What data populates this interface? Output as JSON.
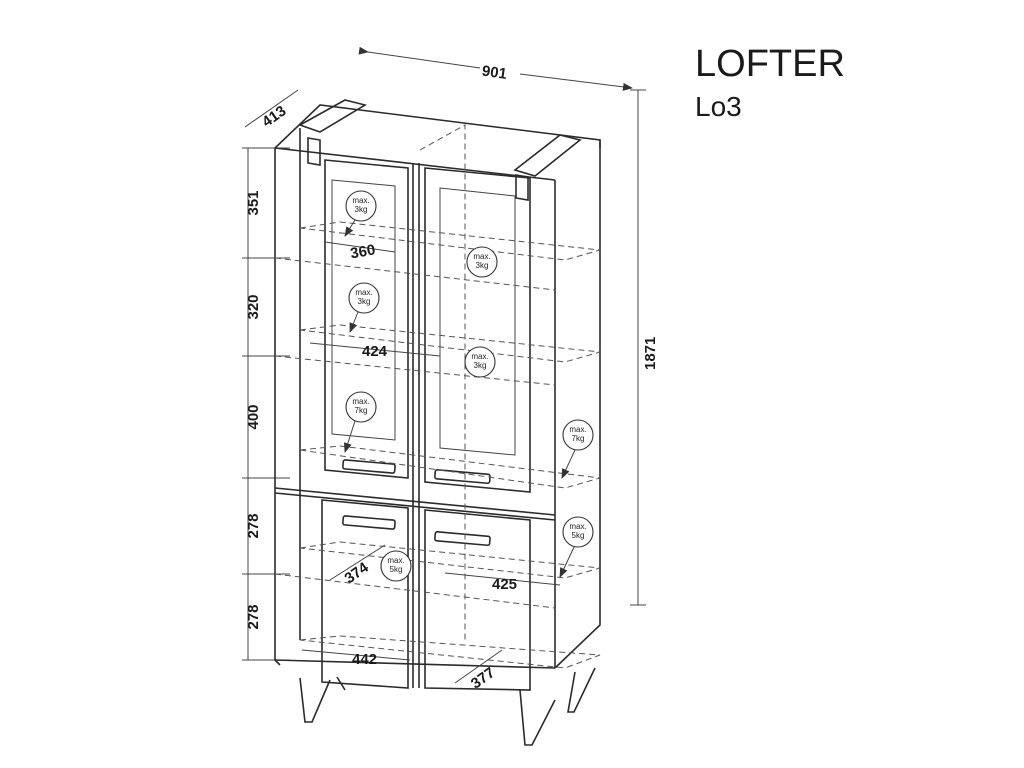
{
  "title": {
    "name": "LOFTER",
    "model": "Lo3"
  },
  "dimensions": {
    "width": "901",
    "depth": "413",
    "height": "1871",
    "heights": [
      "351",
      "320",
      "400",
      "278",
      "278"
    ],
    "shelf_widths": [
      "360",
      "424",
      "374",
      "425",
      "442",
      "377"
    ]
  },
  "load_badges": [
    {
      "line1": "max.",
      "line2": "3kg"
    },
    {
      "line1": "max.",
      "line2": "3kg"
    },
    {
      "line1": "max.",
      "line2": "3kg"
    },
    {
      "line1": "max.",
      "line2": "3kg"
    },
    {
      "line1": "max.",
      "line2": "7kg"
    },
    {
      "line1": "max.",
      "line2": "7kg"
    },
    {
      "line1": "max.",
      "line2": "5kg"
    },
    {
      "line1": "max.",
      "line2": "5kg"
    }
  ]
}
